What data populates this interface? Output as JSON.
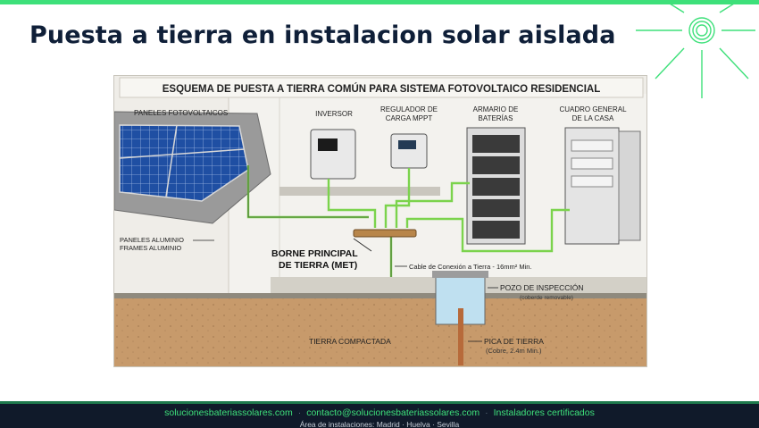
{
  "slide": {
    "title": "Puesta a tierra en instalacion solar aislada",
    "accent_color": "#3ee07a",
    "footer_bg": "#101a2a"
  },
  "diagram": {
    "heading": "ESQUEMA DE PUESTA A TIERRA COMÚN PARA SISTEMA FOTOVOLTAICO RESIDENCIAL",
    "labels": {
      "panels": "PANELES FOTOVOLTAICOS",
      "inverter": "INVERSOR",
      "regulator_1": "REGULADOR DE",
      "regulator_2": "CARGA MPPT",
      "battery_1": "ARMARIO DE",
      "battery_2": "BATERÍAS",
      "panel_board_1": "CUADRO GENERAL",
      "panel_board_2": "DE LA CASA",
      "frames_1": "PANELES ALUMINIO",
      "frames_2": "FRAMES ALUMINIO",
      "met_1": "BORNE PRINCIPAL",
      "met_2": "DE TIERRA (MET)",
      "cable": "Cable de Conexión a Tierra - 16mm² Min.",
      "pit_1": "POZO DE INSPECCIÓN",
      "pit_2": "(coberde removable)",
      "soil": "TIERRA COMPACTADA",
      "rod_1": "PICA DE TIERRA",
      "rod_2": "(Cobre, 2.4m Min.)"
    }
  },
  "footer": {
    "site": "solucionesbateriassolares.com",
    "separator": "·",
    "email": "contacto@solucionesbateriassolares.com",
    "certified": "Instaladores certificados",
    "area": "Área de instalaciones: Madrid · Huelva · Sevilla"
  }
}
